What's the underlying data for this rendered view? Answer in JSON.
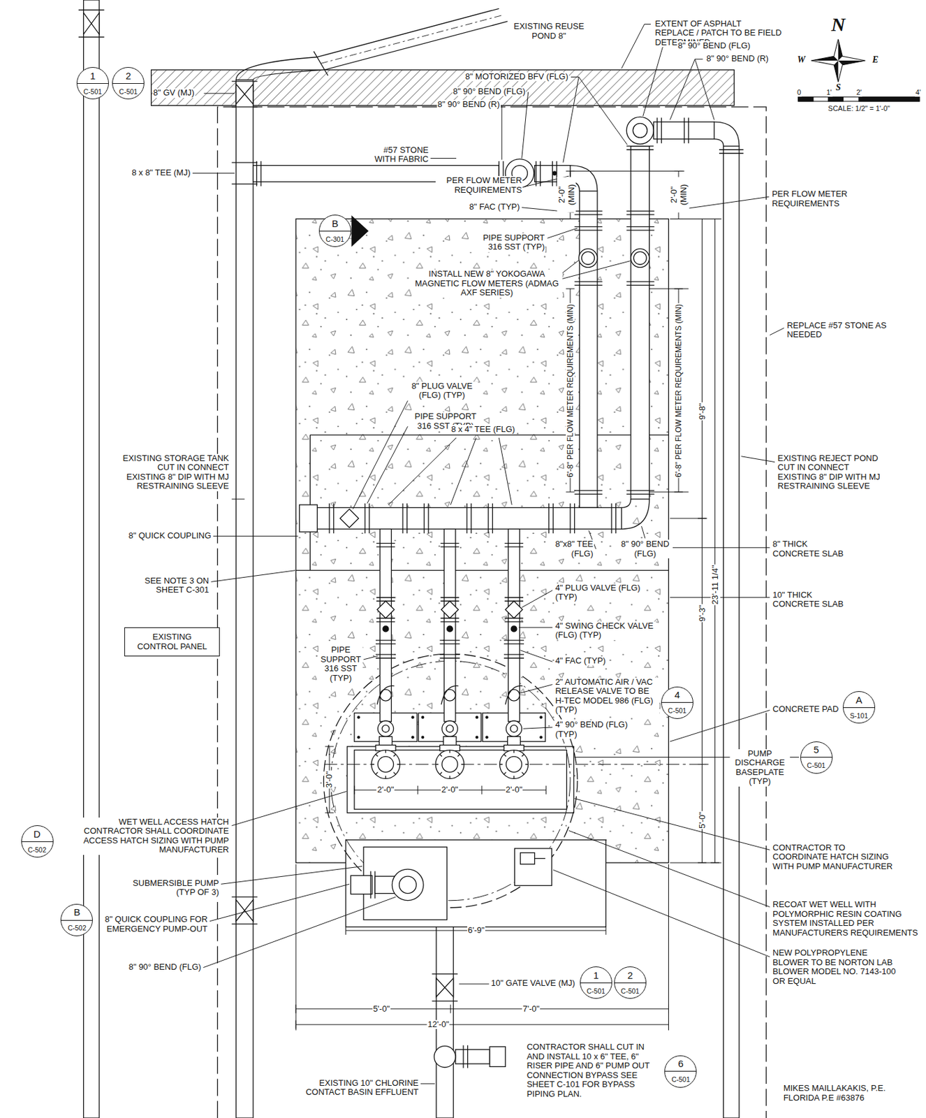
{
  "diagram": {
    "nodes": [
      {
        "text": [
          "1",
          "C-501"
        ]
      },
      {
        "text": [
          "2",
          "C-501"
        ]
      },
      {
        "text": [
          "B",
          "C-301"
        ]
      },
      {
        "text": [
          "EXISTING CONTROL PANEL"
        ]
      },
      {
        "text": [
          "4",
          "C-501"
        ]
      },
      {
        "text": [
          "A",
          "S-101"
        ]
      },
      {
        "text": [
          "5",
          "C-501"
        ]
      },
      {
        "text": [
          "D",
          "C-502"
        ]
      },
      {
        "text": [
          "B",
          "C-502"
        ]
      },
      {
        "text": [
          "1",
          "C-501"
        ]
      },
      {
        "text": [
          "2",
          "C-501"
        ]
      },
      {
        "text": [
          "6",
          "C-501"
        ]
      }
    ],
    "labels": [
      "EXISTING REUSE POND 8\"",
      "EXTENT OF ASPHALT REPLACE / PATCH TO BE FIELD DETERMINED",
      "N",
      "W",
      "E",
      "S",
      "0",
      "1'",
      "2'",
      "4'",
      "SCALE: 1/2\" = 1'-0\"",
      "8\" 90° BEND (FLG)",
      "8\" 90° BEND (R)",
      "8\" MOTORIZED BFV (FLG)",
      "8\" 90° BEND (FLG)",
      "8\" 90° BEND (R)",
      "8\" GV (MJ)",
      "8 x 8\" TEE (MJ)",
      "#57 STONE WITH FABRIC",
      "PER FLOW METER REQUIREMENTS",
      "8\" FAC (TYP)",
      "2'-0\" (MIN)",
      "2'-0\" (MIN)",
      "PER FLOW METER REQUIREMENTS",
      "PIPE SUPPORT 316 SST (TYP)",
      "INSTALL NEW 8\" YOKOGAWA MAGNETIC FLOW METERS (ADMAG AXF SERIES)",
      "REPLACE #57 STONE AS NEEDED",
      "6'-8\" PER FLOW METER REQUIREMENTS (MIN)",
      "6'-8\" PER FLOW METER REQUIREMENTS (MIN)",
      "9'-8\"",
      "8\" PLUG VALVE (FLG) (TYP)",
      "PIPE SUPPORT 316 SST (TYP)",
      "8 x 4\" TEE (FLG)",
      "EXISTING STORAGE TANK CUT IN CONNECT EXISTING 8\" DIP WITH MJ RESTRAINING SLEEVE",
      "EXISTING REJECT POND CUT IN CONNECT EXISTING 8\" DIP WITH MJ RESTRAINING SLEEVE",
      "8\" QUICK COUPLING",
      "8\"x8\" TEE (FLG)",
      "8\" 90° BEND (FLG)",
      "8\" THICK CONCRETE SLAB",
      "10\" THICK CONCRETE SLAB",
      "SEE NOTE 3 ON SHEET C-301",
      "4\" PLUG VALVE (FLG) (TYP)",
      "4\" SWING CHECK VALVE (FLG) (TYP)",
      "PIPE SUPPORT 316 SST (TYP)",
      "4\" FAC (TYP)",
      "2\" AUTOMATIC AIR / VAC RELEASE VALVE TO BE H-TEC MODEL 986 (FLG) (TYP)",
      "4\" 90° BEND (FLG) (TYP)",
      "9'-3\"",
      "23'-11 1/4\"",
      "CONCRETE PAD",
      "PUMP DISCHARGE BASEPLATE (TYP)",
      "3'-0\"",
      "2'-0\"",
      "2'-0\"",
      "2'-0\"",
      "WET WELL ACCESS HATCH CONTRACTOR SHALL COORDINATE ACCESS HATCH SIZING WITH PUMP MANUFACTURER",
      "CONTRACTOR TO COORDINATE HATCH SIZING WITH PUMP MANUFACTURER",
      "5'-0\"",
      "SUBMERSIBLE PUMP (TYP OF 3)",
      "RECOAT WET WELL WITH POLYMORPHIC RESIN COATING SYSTEM INSTALLED PER MANUFACTURERS REQUIREMENTS",
      "8\" QUICK COUPLING FOR EMERGENCY PUMP-OUT",
      "6'-9\"",
      "NEW POLYPROPYLENE BLOWER TO BE NORTON LAB BLOWER MODEL NO. 7143-100 OR EQUAL",
      "8\" 90° BEND (FLG)",
      "10\" GATE VALVE (MJ)",
      "5'-0\"",
      "7'-0\"",
      "12'-0\"",
      "CONTRACTOR SHALL CUT IN AND INSTALL 10 x 6\" TEE, 6\" RISER PIPE AND 6\" PUMP OUT CONNECTION BYPASS SEE SHEET C-101 FOR BYPASS PIPING PLAN.",
      "EXISTING 10\" CHLORINE CONTACT BASIN EFFLUENT",
      "MIKES MAILLAKAKIS, P.E. FLORIDA P.E #63876"
    ]
  }
}
